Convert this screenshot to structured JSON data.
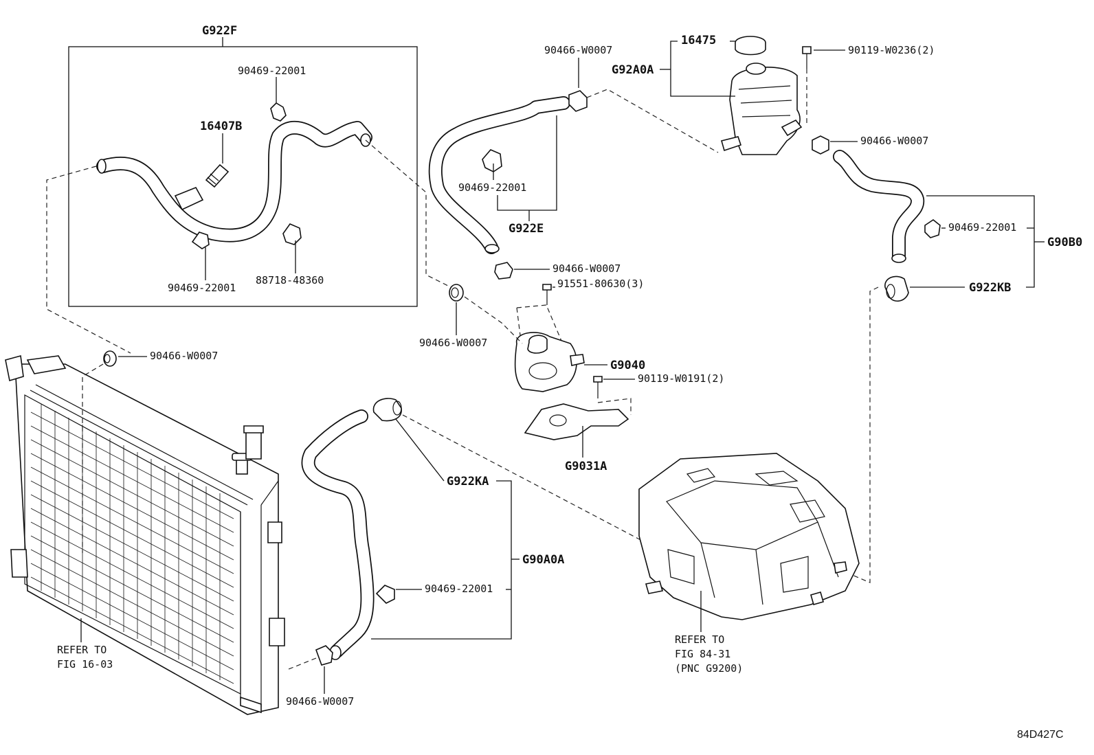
{
  "diagram": {
    "figure_id": "84D427C",
    "group_labels": {
      "g922f": "G922F",
      "g922e": "G922E",
      "g92a0a": "G92A0A",
      "g90b0": "G90B0",
      "g922kb": "G922KB",
      "g9040": "G9040",
      "g9031a": "G9031A",
      "g922ka": "G922KA",
      "g90a0a": "G90A0A"
    },
    "part_labels": {
      "p16475": "16475",
      "p16407b": "16407B",
      "clamp_w0007_top": "90466-W0007",
      "clamp_w0007_tank": "90466-W0007",
      "clamp_w0007_mid": "90466-W0007",
      "clamp_w0007_left": "90466-W0007",
      "clamp_w0007_pump": "90466-W0007",
      "clamp_w0007_bottom": "90466-W0007",
      "clip_22001_box_top": "90469-22001",
      "clip_22001_box_bottom": "90469-22001",
      "clip_22001_mid": "90469-22001",
      "clip_22001_right": "90469-22001",
      "clip_22001_lower": "90469-22001",
      "clamp_88718": "88718-48360",
      "screw_w0236": "90119-W0236(2)",
      "bolt_91551": "91551-80630(3)",
      "screw_w0191": "90119-W0191(2)"
    },
    "references": {
      "radiator": [
        "REFER TO",
        "FIG 16-03"
      ],
      "inverter": [
        "REFER TO",
        "FIG 84-31",
        "(PNC G9200)"
      ]
    }
  }
}
